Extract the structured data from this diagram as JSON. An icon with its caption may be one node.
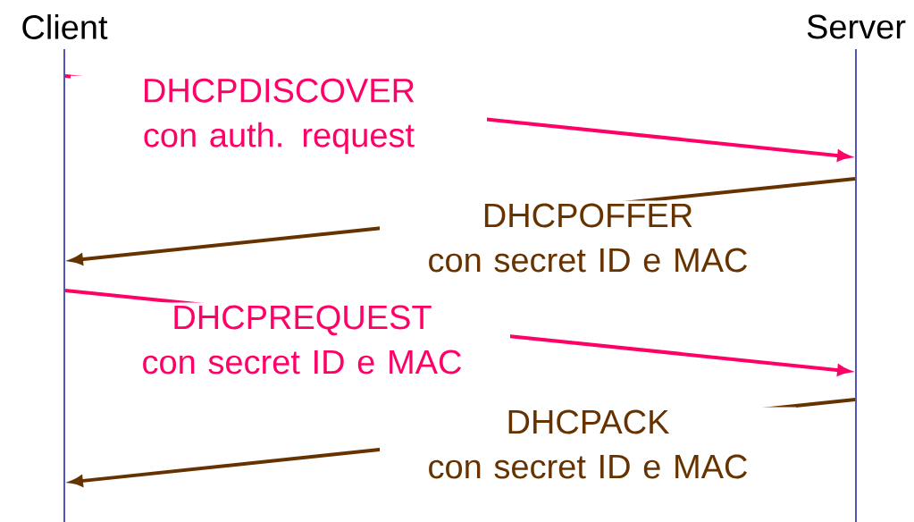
{
  "diagram": {
    "nodes": [
      {
        "text": [
          "Client"
        ]
      },
      {
        "text": [
          "Server"
        ]
      },
      {
        "text": [],
        "shape": "line"
      },
      {
        "text": [],
        "shape": "line"
      }
    ],
    "edges": [
      {
        "from": 2,
        "to": 3,
        "arrow": "to",
        "label": "DHCPDISCOVER con auth. request",
        "color": "#ff0066"
      },
      {
        "from": 3,
        "to": 2,
        "arrow": "to",
        "label": "DHCPOFFER con secret ID e MAC",
        "color": "#663300"
      },
      {
        "from": 2,
        "to": 3,
        "arrow": "to",
        "label": "DHCPREQUEST con secret ID e MAC",
        "color": "#ff0066"
      },
      {
        "from": 3,
        "to": 2,
        "arrow": "to",
        "label": "DHCPACK con secret ID e MAC",
        "color": "#663300"
      }
    ]
  }
}
